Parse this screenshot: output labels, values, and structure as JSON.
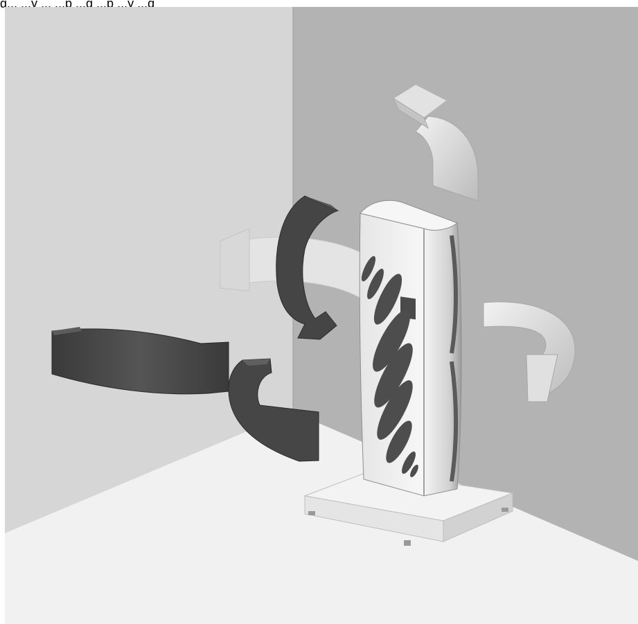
{
  "caption": "g... ...y ... ...p ...g ...p ...y ...g",
  "scene": {
    "subject": "tower-air-purifier",
    "airflow_arrows": {
      "intake_dark": 3,
      "exhaust_light": 3
    },
    "colors": {
      "left_wall": "#d6d6d6",
      "back_wall": "#b3b3b3",
      "floor": "#f0f0f0",
      "dark_arrow": "#4a4a4a",
      "light_arrow": "#dedede",
      "device_body": "#ececec",
      "grille_slots": "#4d4d4d"
    }
  }
}
